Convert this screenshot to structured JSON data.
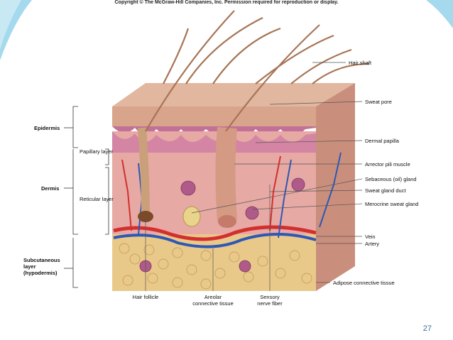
{
  "slide": {
    "copyright": "Copyright © The McGraw-Hill Companies, Inc. Permission required for reproduction or display.",
    "slide_number": "27"
  },
  "diagram": {
    "left_labels": {
      "epidermis": "Epidermis",
      "papillary_layer": "Papillary layer",
      "dermis": "Dermis",
      "reticular_layer": "Reticular layer",
      "subcutaneous_line1": "Subcutaneous",
      "subcutaneous_line2": "layer",
      "subcutaneous_line3": "(hypodermis)"
    },
    "right_labels": [
      "Hair shaft",
      "Sweat pore",
      "Dermal papilla",
      "Arrector pili muscle",
      "Sebaceous (oil) gland",
      "Sweat gland duct",
      "Merocrine sweat gland",
      "Vein",
      "Artery",
      "Adipose connective tissue"
    ],
    "bottom_labels": {
      "hair_follicle": "Hair follicle",
      "areolar_line1": "Areolar",
      "areolar_line2": "connective tissue",
      "sensory_line1": "Sensory",
      "sensory_line2": "nerve fiber"
    }
  },
  "colors": {
    "epidermis": "#d9a48c",
    "dermis": "#e6a9a4",
    "papillary": "#c27097",
    "fat": "#e9c98a",
    "artery": "#d32f2f",
    "vein": "#2f57b5",
    "accent": "#7ec3dd"
  }
}
